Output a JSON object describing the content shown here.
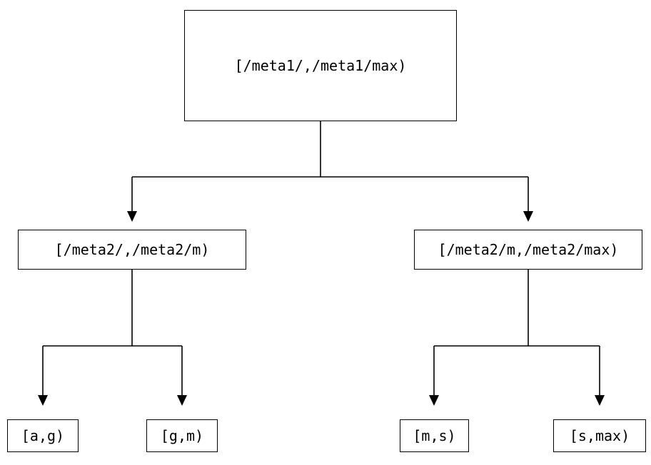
{
  "diagram": {
    "type": "tree",
    "root": {
      "label": "[/meta1/,/meta1/max)"
    },
    "level2": [
      {
        "label": "[/meta2/,/meta2/m)"
      },
      {
        "label": "[/meta2/m,/meta2/max)"
      }
    ],
    "leaves": [
      {
        "label": "[a,g)"
      },
      {
        "label": "[g,m)"
      },
      {
        "label": "[m,s)"
      },
      {
        "label": "[s,max)"
      }
    ]
  }
}
